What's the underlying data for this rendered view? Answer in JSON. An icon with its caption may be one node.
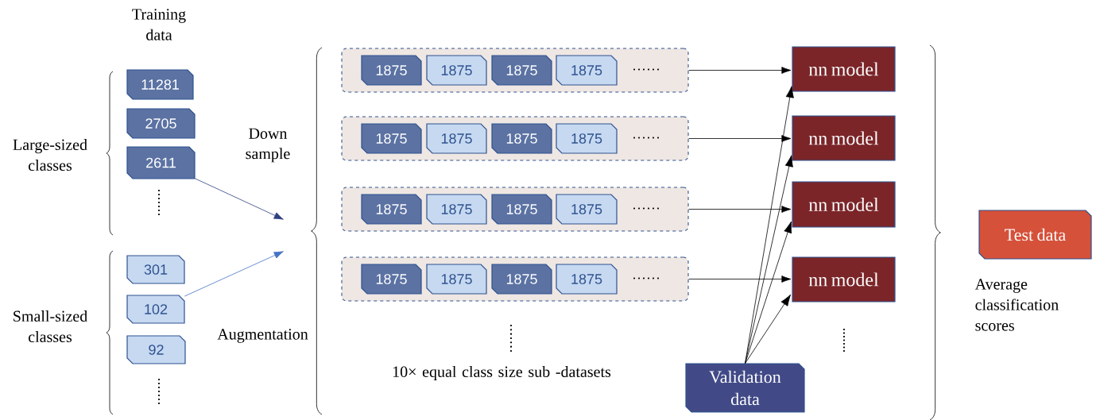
{
  "diagram": {
    "nodes": [
      {
        "text": [
          "11281"
        ]
      },
      {
        "text": [
          "2705"
        ]
      },
      {
        "text": [
          "2611"
        ]
      },
      {
        "text": [
          "301"
        ]
      },
      {
        "text": [
          "102"
        ]
      },
      {
        "text": [
          "92"
        ]
      },
      {
        "text": [],
        "shape": "box"
      },
      {
        "text": [
          "1875"
        ],
        "in": 6
      },
      {
        "text": [
          "1875"
        ],
        "in": 6
      },
      {
        "text": [
          "1875"
        ],
        "in": 6
      },
      {
        "text": [
          "1875"
        ],
        "in": 6
      },
      {
        "text": [],
        "shape": "box"
      },
      {
        "text": [
          "1875"
        ],
        "in": 11
      },
      {
        "text": [
          "1875"
        ],
        "in": 11
      },
      {
        "text": [
          "1875"
        ],
        "in": 11
      },
      {
        "text": [
          "1875"
        ],
        "in": 11
      },
      {
        "text": [],
        "shape": "box"
      },
      {
        "text": [
          "1875"
        ],
        "in": 16
      },
      {
        "text": [
          "1875"
        ],
        "in": 16
      },
      {
        "text": [
          "1875"
        ],
        "in": 16
      },
      {
        "text": [
          "1875"
        ],
        "in": 16
      },
      {
        "text": [],
        "shape": "box"
      },
      {
        "text": [
          "1875"
        ],
        "in": 21
      },
      {
        "text": [
          "1875"
        ],
        "in": 21
      },
      {
        "text": [
          "1875"
        ],
        "in": 21
      },
      {
        "text": [
          "1875"
        ],
        "in": 21
      },
      {
        "text": [
          "nn model"
        ]
      },
      {
        "text": [
          "nn model"
        ]
      },
      {
        "text": [
          "nn model"
        ]
      },
      {
        "text": [
          "nn model"
        ]
      },
      {
        "text": [
          "Validation data"
        ]
      },
      {
        "text": [
          "Test data"
        ]
      }
    ],
    "edges": [
      {
        "from": 2,
        "to": null,
        "arrow": "to",
        "label": "Down sample",
        "color": "#2f3f80"
      },
      {
        "from": 4,
        "to": null,
        "arrow": "to",
        "label": "Augmentation",
        "color": "#4472c4"
      },
      {
        "from": 6,
        "to": 26,
        "arrow": "to"
      },
      {
        "from": 11,
        "to": 27,
        "arrow": "to"
      },
      {
        "from": 16,
        "to": 28,
        "arrow": "to"
      },
      {
        "from": 21,
        "to": 29,
        "arrow": "to"
      },
      {
        "from": 30,
        "to": 26,
        "arrow": "to"
      },
      {
        "from": 30,
        "to": 27,
        "arrow": "to"
      },
      {
        "from": 30,
        "to": 28,
        "arrow": "to"
      },
      {
        "from": 30,
        "to": 29,
        "arrow": "to"
      }
    ],
    "labels": [
      "Training data",
      "Large-sized classes",
      "Small-sized classes",
      "10× equal class size sub -datasets",
      "Average classification scores"
    ]
  }
}
